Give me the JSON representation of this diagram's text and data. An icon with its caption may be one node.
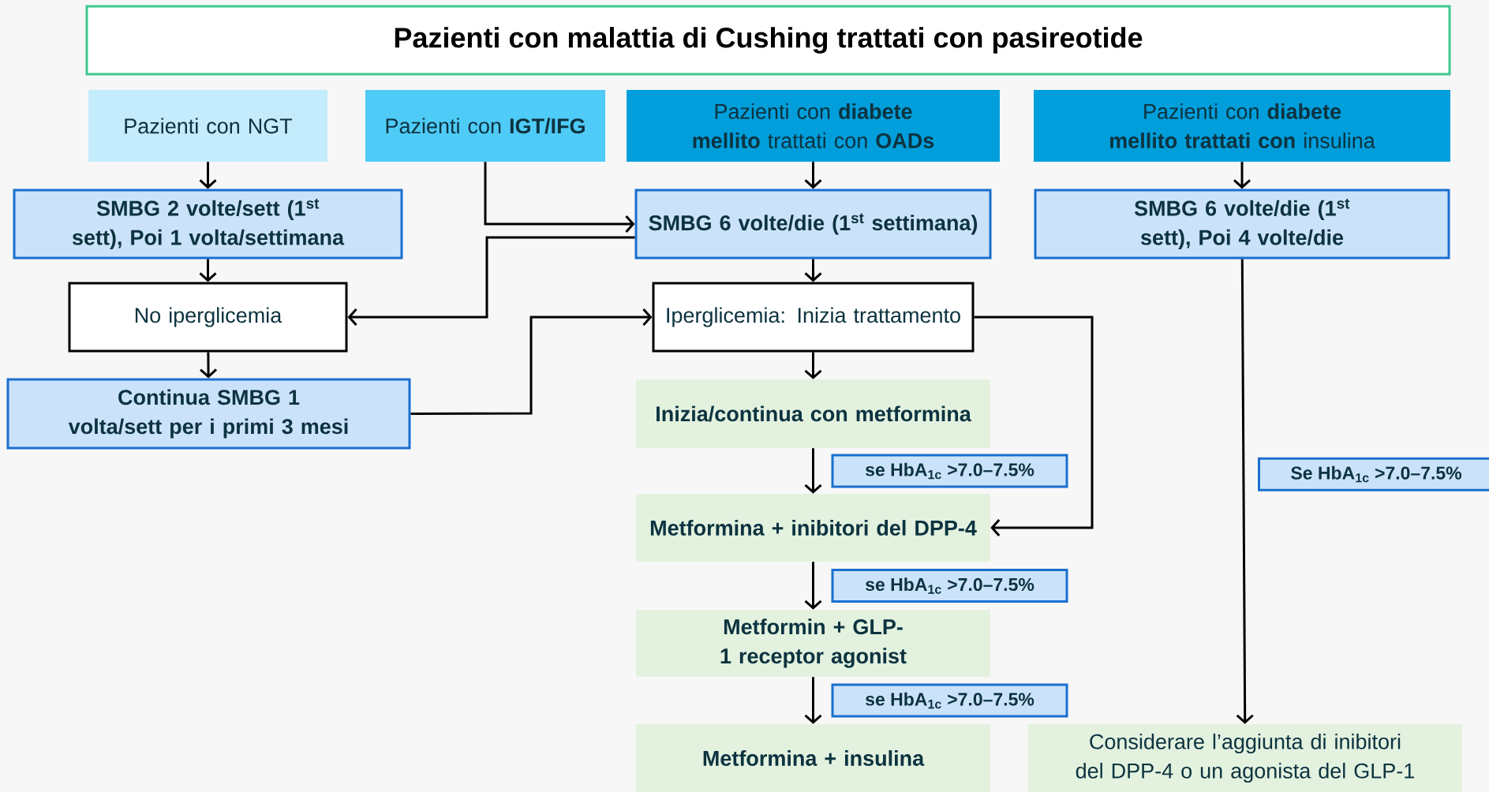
{
  "diagram": {
    "title": "Pazienti con malattia di Cushing trattati con pasireotide",
    "nodes": [
      {
        "text": [
          "Pazienti con NGT"
        ]
      },
      {
        "text": [
          "Pazienti con **IGT/IFG**"
        ]
      },
      {
        "text": [
          "Pazienti con **diabete mellito** trattati con **OADs**"
        ]
      },
      {
        "text": [
          "Pazienti con **diabete mellito trattati con** insulina"
        ]
      },
      {
        "text": [
          "SMBG 2 volte/sett (1$^{st}$ sett), Poi 1 volta/settimana"
        ]
      },
      {
        "text": [
          "SMBG 6 volte/die (1$^{st}$ settimana)"
        ]
      },
      {
        "text": [
          "SMBG 6 volte/die (1$^{st}$ sett), Poi 4 volte/die"
        ]
      },
      {
        "text": [
          "No iperglicemia"
        ]
      },
      {
        "text": [
          "Iperglicemia: Inizia trattamento"
        ]
      },
      {
        "text": [
          "Continua SMBG 1 volta/sett per i primi 3 mesi"
        ]
      },
      {
        "text": [
          "Inizia/continua con metformina"
        ]
      },
      {
        "text": [
          "Metformina + inibitori del DPP-4"
        ]
      },
      {
        "text": [
          "Metformin + GLP-1 receptor agonist"
        ]
      },
      {
        "text": [
          "Metformina + insulina"
        ]
      },
      {
        "text": [
          "Considerare l’aggiunta di inibitori del DPP-4 o un agonista del GLP-1"
        ]
      }
    ],
    "edges": [
      {
        "from": 0,
        "to": 4,
        "arrow": "to"
      },
      {
        "from": 4,
        "to": 7,
        "arrow": "to"
      },
      {
        "from": 7,
        "to": 9,
        "arrow": "to"
      },
      {
        "from": 1,
        "to": 5,
        "arrow": "to"
      },
      {
        "from": 5,
        "to": 7,
        "arrow": "to"
      },
      {
        "from": 9,
        "to": 8,
        "arrow": "to"
      },
      {
        "from": 2,
        "to": 5,
        "arrow": "to"
      },
      {
        "from": 5,
        "to": 8,
        "arrow": "to"
      },
      {
        "from": 8,
        "to": 10,
        "arrow": "to"
      },
      {
        "from": 10,
        "to": 11,
        "arrow": "to",
        "label": "se HbA$_{1c}$ >7.0–7.5%"
      },
      {
        "from": 11,
        "to": 12,
        "arrow": "to",
        "label": "se HbA$_{1c}$ >7.0–7.5%"
      },
      {
        "from": 12,
        "to": 13,
        "arrow": "to",
        "label": "se HbA$_{1c}$ >7.0–7.5%"
      },
      {
        "from": 8,
        "to": 11,
        "arrow": "to"
      },
      {
        "from": 3,
        "to": 6,
        "arrow": "to"
      },
      {
        "from": 6,
        "to": 14,
        "arrow": "to",
        "label": "Se HbA$_{1c}$ >7.0–7.5%"
      }
    ]
  }
}
